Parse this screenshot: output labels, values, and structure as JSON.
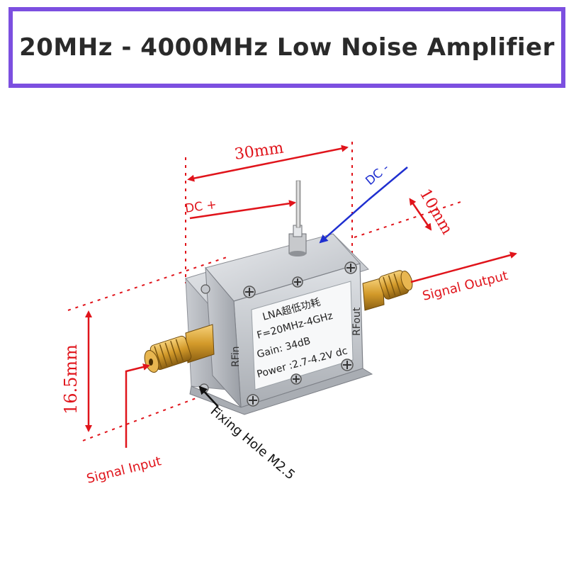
{
  "title": "20MHz - 4000MHz Low Noise Amplifier",
  "dimensions": {
    "width": "30mm",
    "depth": "10mm",
    "height": "16.5mm"
  },
  "labels": {
    "dc_plus": "DC +",
    "dc_minus": "DC -",
    "signal_output": "Signal Output",
    "signal_input": "Signal Input",
    "fixing_hole": "Fixing Hole M2.5"
  },
  "device_plate": {
    "line1": "LNA超低功耗",
    "line2": "F=20MHz-4GHz",
    "line3": "Gain:  34dB",
    "line4": "Power :2.7-4.2V dc",
    "port_in": "RFin",
    "port_out": "RFout"
  },
  "colors": {
    "title_border": "#7c4fe0",
    "annotation_red": "#e0141b",
    "annotation_blue": "#1f2fd0",
    "annotation_black": "#111111"
  }
}
